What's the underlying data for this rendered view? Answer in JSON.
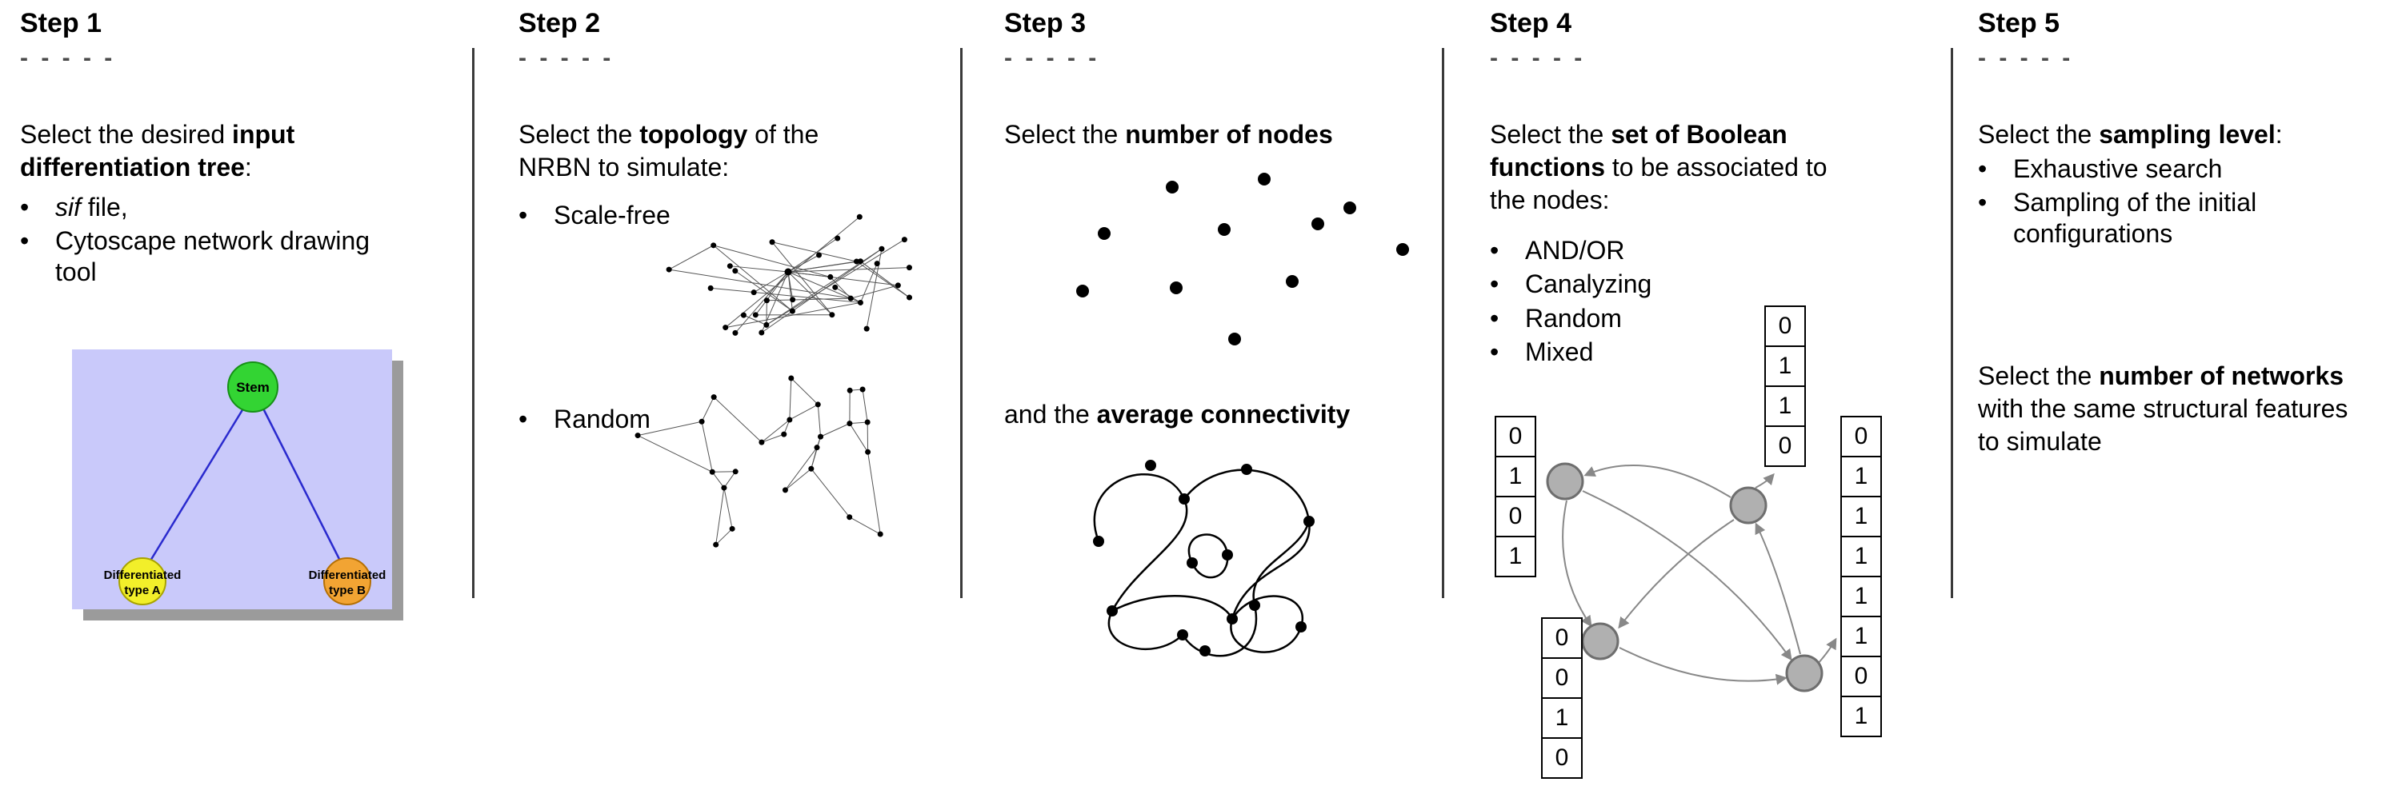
{
  "steps": {
    "step1": {
      "title": "Step 1",
      "dashes": "- - - - -",
      "intro": {
        "pre": "Select the desired ",
        "bold": "input differentiation tree",
        "post": ":"
      },
      "bullets": {
        "b1_italic": "sif",
        "b1_rest": " file,",
        "b2": "Cytoscape network drawing tool"
      },
      "tree": {
        "root": "Stem",
        "child_a_line1": "Differentiated",
        "child_a_line2": "type A",
        "child_b_line1": "Differentiated",
        "child_b_line2": "type B",
        "background_color": "#c9c9fa",
        "root_color": "#33d433",
        "child_a_color": "#f2ef2a",
        "child_b_color": "#f2a433",
        "edge_color": "#2a2ace"
      }
    },
    "step2": {
      "title": "Step 2",
      "dashes": "- - - - -",
      "intro": {
        "pre": "Select the ",
        "bold": "topology",
        "post": " of the NRBN to simulate:"
      },
      "bullets": [
        "Scale-free",
        "Random"
      ]
    },
    "step3": {
      "title": "Step 3",
      "dashes": "- - - - -",
      "line1": {
        "pre": "Select the ",
        "bold": "number of nodes"
      },
      "line2": {
        "pre": "and the ",
        "bold": "average connectivity"
      }
    },
    "step4": {
      "title": "Step 4",
      "dashes": "- - - - -",
      "intro": {
        "pre": "Select the ",
        "bold": "set of Boolean functions",
        "post": " to be associated to the nodes:"
      },
      "bullets": [
        "AND/OR",
        "Canalyzing",
        "Random",
        "Mixed"
      ],
      "truth_tables": {
        "top": [
          "0",
          "1",
          "1",
          "0"
        ],
        "left": [
          "0",
          "1",
          "0",
          "1"
        ],
        "bottom_left": [
          "0",
          "0",
          "1",
          "0"
        ],
        "right": [
          "0",
          "1",
          "1",
          "1",
          "1",
          "1",
          "0",
          "1"
        ]
      },
      "node_color": "#b0b0b0",
      "arrow_color": "#888888"
    },
    "step5": {
      "title": "Step 5",
      "dashes": "- - - - -",
      "line1": {
        "pre": "Select the ",
        "bold": "sampling level",
        "post": ":"
      },
      "bullets": [
        "Exhaustive search",
        "Sampling of the initial configurations"
      ],
      "line2": {
        "pre": "Select the ",
        "bold": "number of networks",
        "post": " with the same structural features to simulate"
      }
    }
  }
}
